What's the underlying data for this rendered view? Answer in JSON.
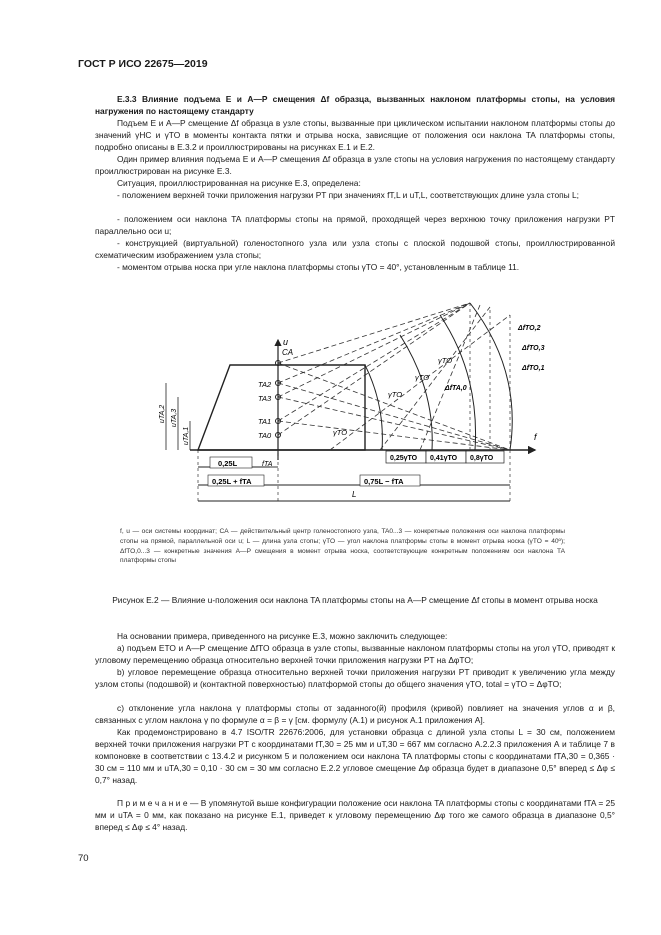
{
  "header": "ГОСТ Р ИСО 22675—2019",
  "section": {
    "heading": "Е.3.3 Влияние подъема E и A—P смещения Δf образца, вызванных наклоном платформы стопы, на условия нагружения по настоящему стандарту",
    "p1": "Подъем E и A—P смещение Δf образца в узле стопы, вызванные при циклическом испытании наклоном платформы стопы до значений γHC и γTO в моменты контакта пятки и отрыва носка, зависящие от положения оси наклона TA платформы стопы, подробно описаны в Е.3.2 и проиллюстрированы на рисунках Е.1 и Е.2.",
    "p2": "Один пример влияния подъема E и A—P смещения Δf образца в узле стопы на условия нагружения по настоящему стандарту проиллюстрирован на рисунке Е.3.",
    "p3": "Ситуация, проиллюстрированная на рисунке Е.3, определена:",
    "b1": "- положением верхней точки приложения нагрузки PT при значениях fT,L и uT,L, соответствующих длине узла стопы L;",
    "b2": "- положением оси наклона TA платформы стопы на прямой, проходящей через верхнюю точку приложения нагрузки PT параллельно оси u;",
    "b3": "- конструкцией (виртуальной) голеностопного узла или узла стопы с плоской подошвой стопы, проиллюстрированной схематическим изображением узла стопы;",
    "b4": "- моментом отрыва носка при угле наклона платформы стопы γTO = 40°, установленным в таблице 11."
  },
  "diagram": {
    "axis_f": "f",
    "axis_u": "u",
    "ca": "CA",
    "ta": [
      "TA2",
      "TA3",
      "TA1",
      "TA0"
    ],
    "u_labels": [
      "uTA,2",
      "uTA,3",
      "uTA,1"
    ],
    "angle": "γTO",
    "df": [
      "ΔfTO,2",
      "ΔfTO,3",
      "ΔfTO,1",
      "ΔfTA,0"
    ],
    "frac": [
      "0,25γTO",
      "0,41γTO",
      "0,8γTO"
    ],
    "d1": "0,25L",
    "d2": "fTA",
    "d3": "0,25L + fTA",
    "d4": "0,75L − fTA",
    "d5": "L"
  },
  "caption": "f, u — оси системы координат; CA — действительный центр голеностопного узла, TA0...3 — конкретные положения оси наклона платформы стопы на прямой, параллельной оси u; L — длина узла стопы; γTO — угол наклона платформы стопы в момент отрыва носка (γTO = 40º); ΔfTO,0...3 — конкретные значения A—P смещения в момент отрыва носка, соответствующие конкретным положениям оси наклона TA платформы стопы",
  "figure_title": "Рисунок Е.2 — Влияние u-положения оси наклона TA платформы стопы на A—P смещение Δf стопы в момент отрыва носка",
  "conclusions": {
    "intro": "На основании примера, приведенного на рисунке Е.3, можно заключить следующее:",
    "a": "а) подъем ETO и A—P смещение ΔfTO образца в узле стопы, вызванные наклоном платформы стопы на угол γTO, приводят к угловому перемещению образца относительно верхней точки приложения нагрузки PT на ΔφTO;",
    "b": "b) угловое перемещение образца относительно верхней точки приложения нагрузки PT приводит к увеличению угла между узлом стопы (подошвой) и (контактной поверхностью) платформой стопы до общего значения γTO, total = γTO = ΔφTO;",
    "c": "c) отклонение угла наклона γ платформы стопы от заданного(й) профиля (кривой) повлияет на значения углов α и β, связанных с углом наклона γ по формуле α = β = γ [см. формулу (А.1) и рисунок А.1 приложения А].",
    "p4": "Как продемонстрировано в 4.7 ISO/TR 22676:2006, для установки образца с длиной узла стопы L = 30 см, положением верхней точки приложения нагрузки PT с координатами fT,30 = 25 мм и uT,30 = 667 мм согласно А.2.2.3 приложения А и таблице 7 в компоновке в соответствии с 13.4.2 и рисунком 5 и положением оси наклона TA платформы стопы с координатами fTA,30 = 0,365 · 30 см = 110 мм и uTA,30 = 0,10 · 30 см = 30 мм согласно Е.2.2 угловое смещение Δφ образца будет в диапазоне 0,5° вперед ≤ Δφ ≤ 0,7° назад.",
    "note": "П р и м е ч а н и е — В упомянутой выше конфигурации положение оси наклона TA платформы стопы с координатами fTA = 25 мм и uTA = 0 мм, как показано на рисунке Е.1, приведет к угловому перемещению Δφ того же самого образца в диапазоне 0,5° вперед ≤ Δφ ≤ 4° назад."
  },
  "page_number": "70"
}
